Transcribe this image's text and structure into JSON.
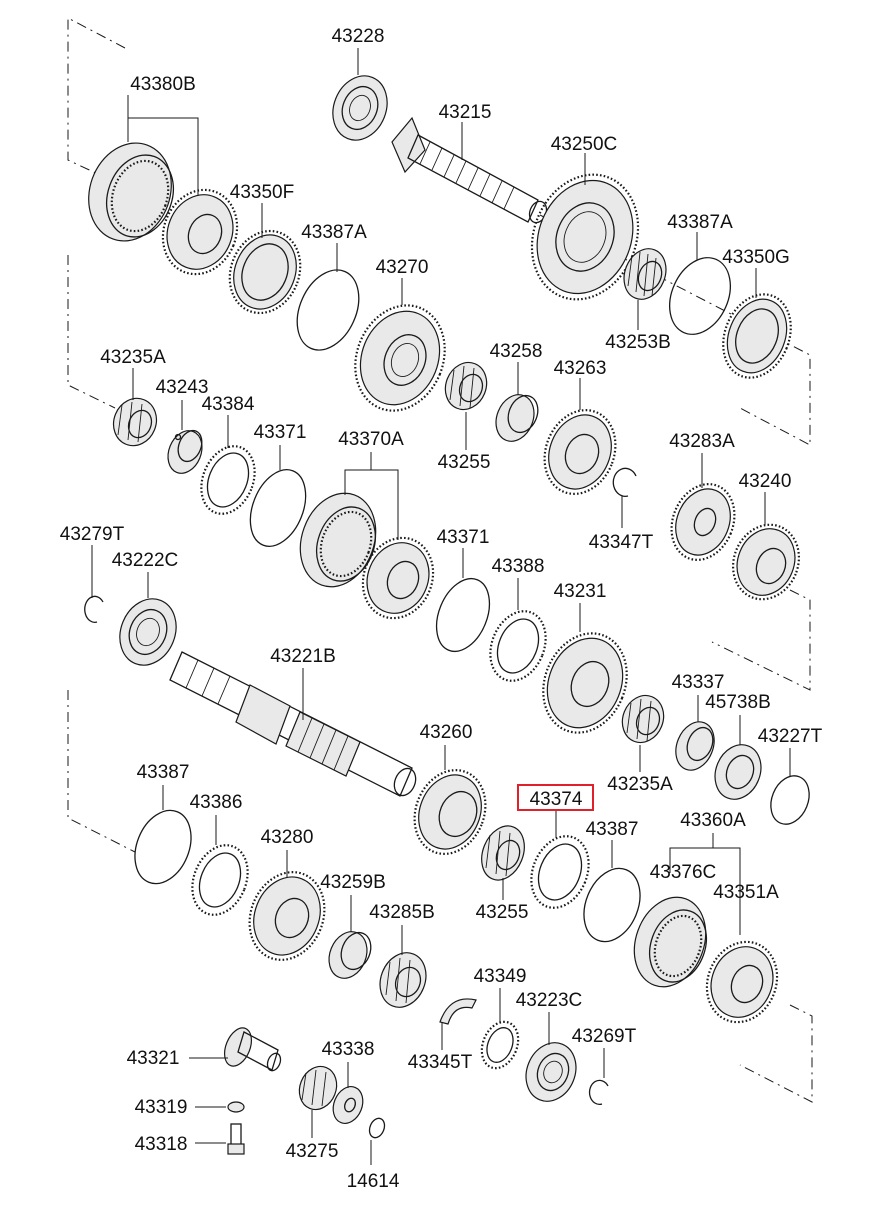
{
  "labels": {
    "l43228": "43228",
    "l43380B": "43380B",
    "l43215": "43215",
    "l43250C": "43250C",
    "l43350F": "43350F",
    "l43387A_1": "43387A",
    "l43387A_2": "43387A",
    "l43350G": "43350G",
    "l43270": "43270",
    "l43253B": "43253B",
    "l43235A_1": "43235A",
    "l43258": "43258",
    "l43263": "43263",
    "l43243": "43243",
    "l43384": "43384",
    "l43371_1": "43371",
    "l43370A": "43370A",
    "l43255_1": "43255",
    "l43283A": "43283A",
    "l43240": "43240",
    "l43347T": "43347T",
    "l43279T": "43279T",
    "l43222C": "43222C",
    "l43371_2": "43371",
    "l43388": "43388",
    "l43231": "43231",
    "l43221B": "43221B",
    "l43337": "43337",
    "l45738B": "45738B",
    "l43260": "43260",
    "l43227T": "43227T",
    "l43235A_2": "43235A",
    "l43387_1": "43387",
    "l43374": "43374",
    "l43360A": "43360A",
    "l43386": "43386",
    "l43387_2": "43387",
    "l43280": "43280",
    "l43376C": "43376C",
    "l43259B": "43259B",
    "l43351A": "43351A",
    "l43285B": "43285B",
    "l43255_2": "43255",
    "l43349": "43349",
    "l43223C": "43223C",
    "l43321": "43321",
    "l43338": "43338",
    "l43269T": "43269T",
    "l43345T": "43345T",
    "l43319": "43319",
    "l43318": "43318",
    "l43275": "43275",
    "l14614": "14614"
  },
  "highlight": {
    "label": "43374",
    "color": "#e0202a"
  }
}
